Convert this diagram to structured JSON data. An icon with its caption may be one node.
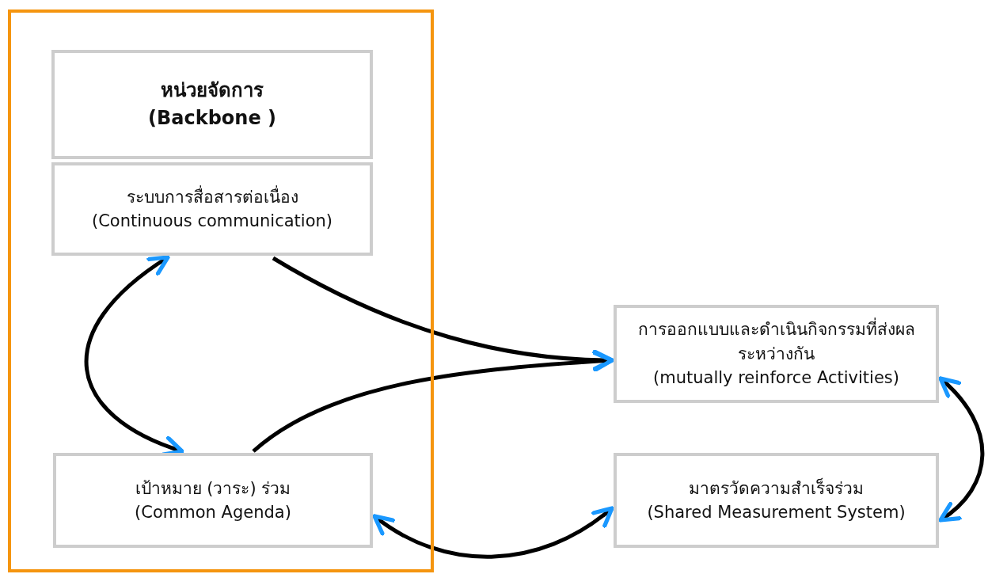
{
  "diagram": {
    "nodes": [
      {
        "text": [],
        "shape": "box"
      },
      {
        "text": [
          "หน่วยจัดการ",
          "(Backbone )"
        ],
        "in": 0
      },
      {
        "text": [
          "ระบบการสื่อสารต่อเนื่อง",
          "(Continuous communication)"
        ],
        "in": 0
      },
      {
        "text": [
          "เป้าหมาย (วาระ) ร่วม",
          "(Common Agenda)"
        ],
        "in": 0
      },
      {
        "text": [
          "การออกแบบและดำเนินกิจกรรมที่ส่งผลระหว่างกัน",
          "(mutually reinforce Activities)"
        ]
      },
      {
        "text": [
          "มาตรวัดความสำเร็จร่วม",
          "(Shared Measurement System)"
        ]
      }
    ],
    "edges": [
      {
        "from": 2,
        "to": 3,
        "arrow": "both"
      },
      {
        "from": 2,
        "to": 4,
        "arrow": "to"
      },
      {
        "from": 3,
        "to": 4,
        "arrow": "to"
      },
      {
        "from": 3,
        "to": 5,
        "arrow": "both"
      },
      {
        "from": 4,
        "to": 5,
        "arrow": "both"
      }
    ]
  }
}
